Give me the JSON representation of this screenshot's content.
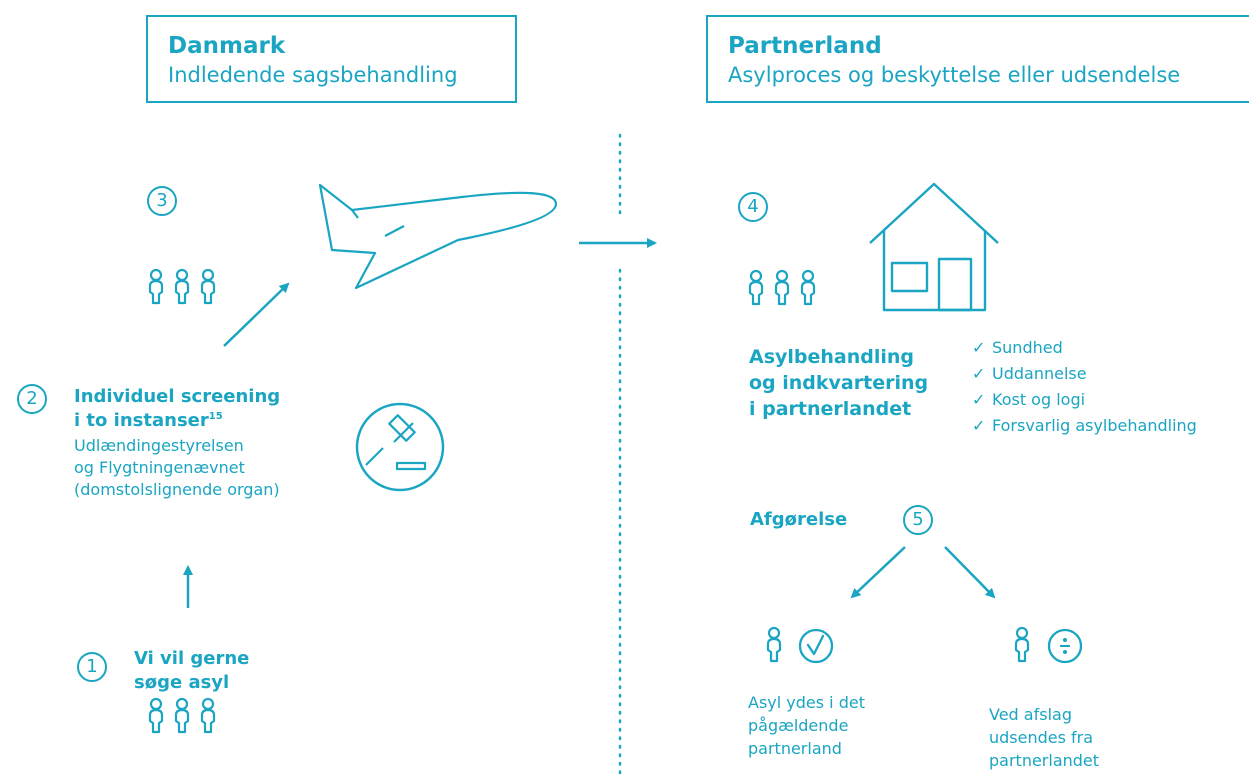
{
  "denmark": {
    "title": "Danmark",
    "subtitle": "Indledende sagsbehandling"
  },
  "partner": {
    "title": "Partnerland",
    "subtitle": "Asylproces og beskyttelse eller udsendelse"
  },
  "steps": {
    "s1": {
      "num": "1",
      "title_line1": "Vi vil gerne",
      "title_line2": "søge asyl"
    },
    "s2": {
      "num": "2",
      "title_line1": "Individuel screening",
      "title_line2": "i to instanser",
      "footnote": "15",
      "desc_line1": "Udlændingestyrelsen",
      "desc_line2": "og Flygtningenævnet",
      "desc_line3": "(domstolslignende organ)"
    },
    "s3": {
      "num": "3"
    },
    "s4": {
      "num": "4",
      "title_line1": "Asylbehandling",
      "title_line2": "og indkvartering",
      "title_line3": "i partnerlandet",
      "checklist": [
        "Sundhed",
        "Uddannelse",
        "Kost og logi",
        "Forsvarlig asylbehandling"
      ]
    },
    "s5": {
      "num": "5",
      "label": "Afgørelse",
      "outcome_left": {
        "line1": "Asyl ydes i det",
        "line2": "pågældende",
        "line3": "partnerland"
      },
      "outcome_right": {
        "line1": "Ved afslag",
        "line2": "udsendes fra",
        "line3": "partnerlandet"
      }
    }
  },
  "check_glyph": "✓",
  "colors": {
    "accent": "#1aa5c2",
    "background": "#ffffff"
  },
  "icons": [
    "people-group-icon",
    "airplane-icon",
    "gavel-icon",
    "house-icon",
    "person-icon",
    "checkmark-circle-icon",
    "division-circle-icon",
    "arrow-icon",
    "divider-line"
  ]
}
